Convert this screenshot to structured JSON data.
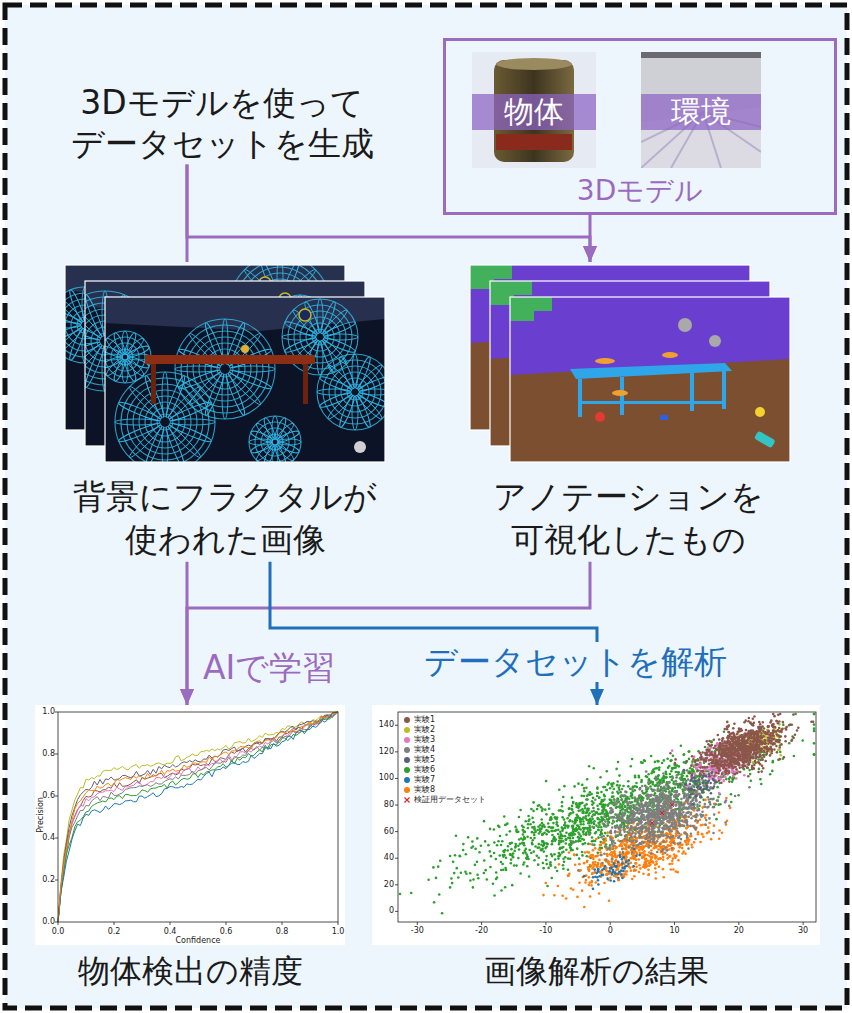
{
  "diagram": {
    "nodes": [
      {
        "text": [
          "3Dモデルを使って データセットを生成"
        ]
      },
      {
        "text": [
          "3Dモデル"
        ]
      },
      {
        "text": [
          "物体"
        ],
        "in": 1
      },
      {
        "text": [
          "環境"
        ],
        "in": 1
      },
      {
        "text": [
          "背景にフラクタルが 使われた画像"
        ]
      },
      {
        "text": [
          "アノテーションを 可視化したもの"
        ]
      },
      {
        "text": [
          "物体検出の精度"
        ]
      },
      {
        "text": [
          "画像解析の結果"
        ]
      }
    ],
    "edges": [
      {
        "from": 0,
        "to": 4,
        "arrow": "none"
      },
      {
        "from": 0,
        "to": 5,
        "arrow": "to"
      },
      {
        "from": 1,
        "to": 5,
        "arrow": "to"
      },
      {
        "from": 4,
        "to": 6,
        "arrow": "to",
        "label": "AIで学習"
      },
      {
        "from": 5,
        "to": 6,
        "arrow": "to"
      },
      {
        "from": 4,
        "to": 7,
        "arrow": "to",
        "label": "データセットを解析"
      }
    ],
    "labels": [
      "Precision",
      "Confidence",
      "0.0",
      "0.2",
      "0.4",
      "0.6",
      "0.8",
      "1.0",
      "0.0",
      "0.2",
      "0.4",
      "0.6",
      "0.8",
      "1.0",
      "0",
      "20",
      "40",
      "60",
      "80",
      "100",
      "120",
      "140",
      "-30",
      "-20",
      "-10",
      "0",
      "10",
      "20",
      "30"
    ],
    "legend": [
      {
        "text": "実験1",
        "color": "#8c564b"
      },
      {
        "text": "実験2",
        "color": "#bcbd22"
      },
      {
        "text": "実験3",
        "color": "#e377c2"
      },
      {
        "text": "実験4",
        "color": "#7f7f7f"
      },
      {
        "text": "実験5",
        "color": "#5b5f7a"
      },
      {
        "text": "実験6",
        "color": "#2ca02c"
      },
      {
        "text": "実験7",
        "color": "#1f77b4"
      },
      {
        "text": "実験8",
        "color": "#ff7f0e"
      },
      {
        "text": "検証用データセット"
      }
    ]
  }
}
